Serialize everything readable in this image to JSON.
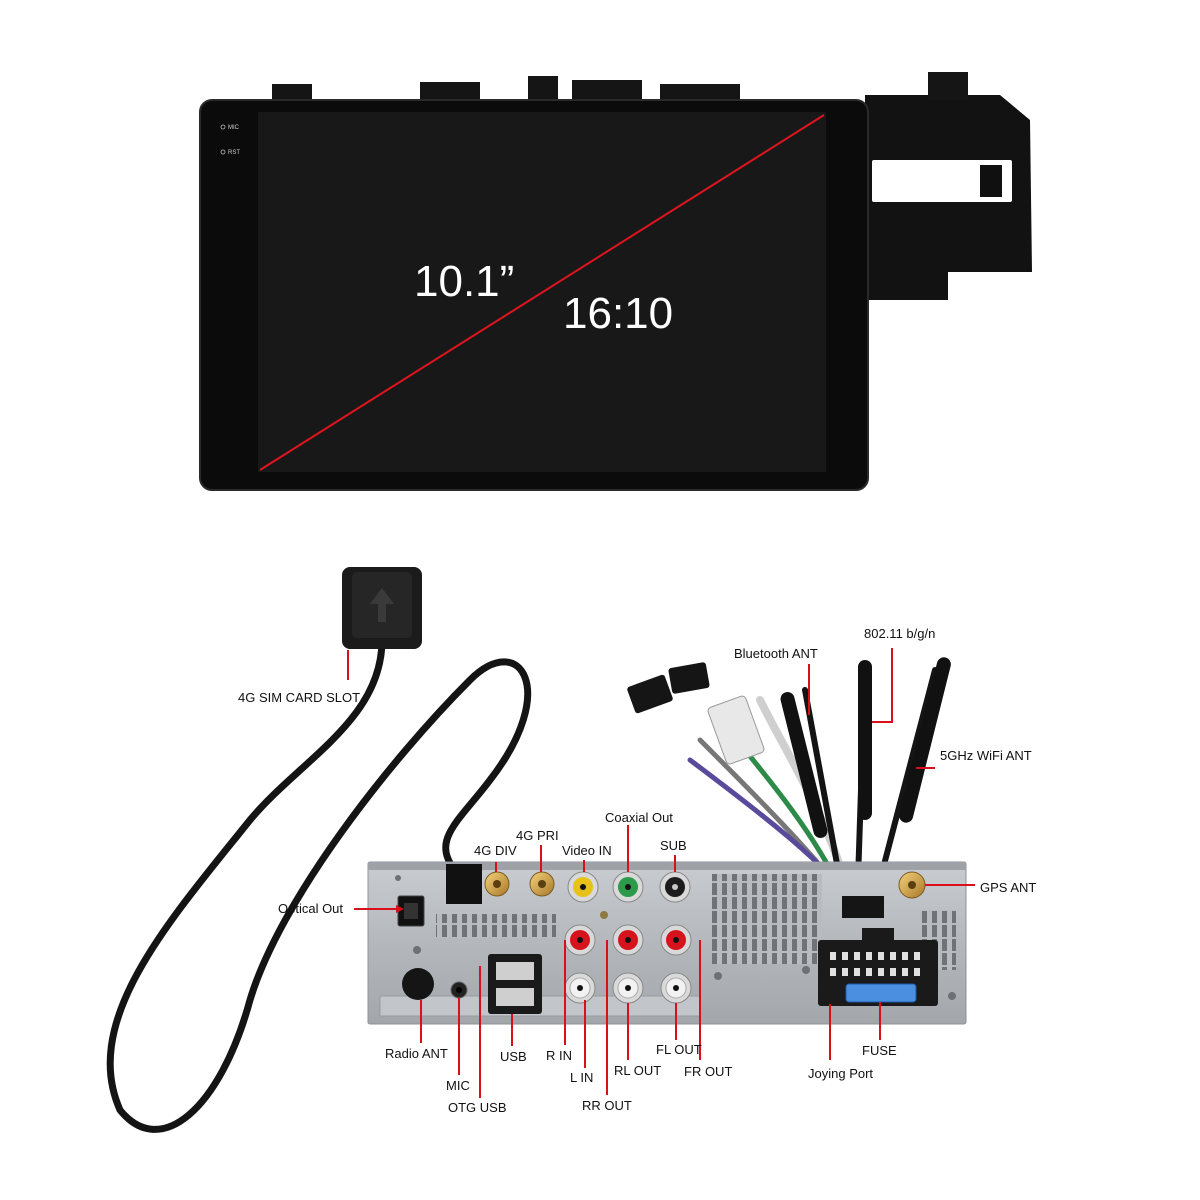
{
  "head_unit": {
    "screen_size": "10.1”",
    "aspect_ratio": "16:10",
    "bezel_mic_label": "MIC",
    "bezel_rst_label": "RST",
    "diagonal_color": "#e0141e"
  },
  "connectors": {
    "sim_slot": "4G SIM CARD SLOT",
    "optical_out": "Optical Out",
    "radio_ant": "Radio ANT",
    "mic": "MIC",
    "otg_usb": "OTG USB",
    "usb": "USB",
    "four_g_div": "4G DIV",
    "four_g_pri": "4G PRI",
    "video_in": "Video IN",
    "coaxial_out": "Coaxial Out",
    "sub": "SUB",
    "r_in": "R IN",
    "l_in": "L IN",
    "rr_out": "RR OUT",
    "rl_out": "RL OUT",
    "fl_out": "FL OUT",
    "fr_out": "FR OUT",
    "bluetooth_ant": "Bluetooth ANT",
    "wifi_80211": "802.11 b/g/n",
    "wifi_5ghz": "5GHz WiFi ANT",
    "gps_ant": "GPS ANT",
    "fuse": "FUSE",
    "joying_port": "Joying Port"
  },
  "pointer_color": "#d9101a"
}
